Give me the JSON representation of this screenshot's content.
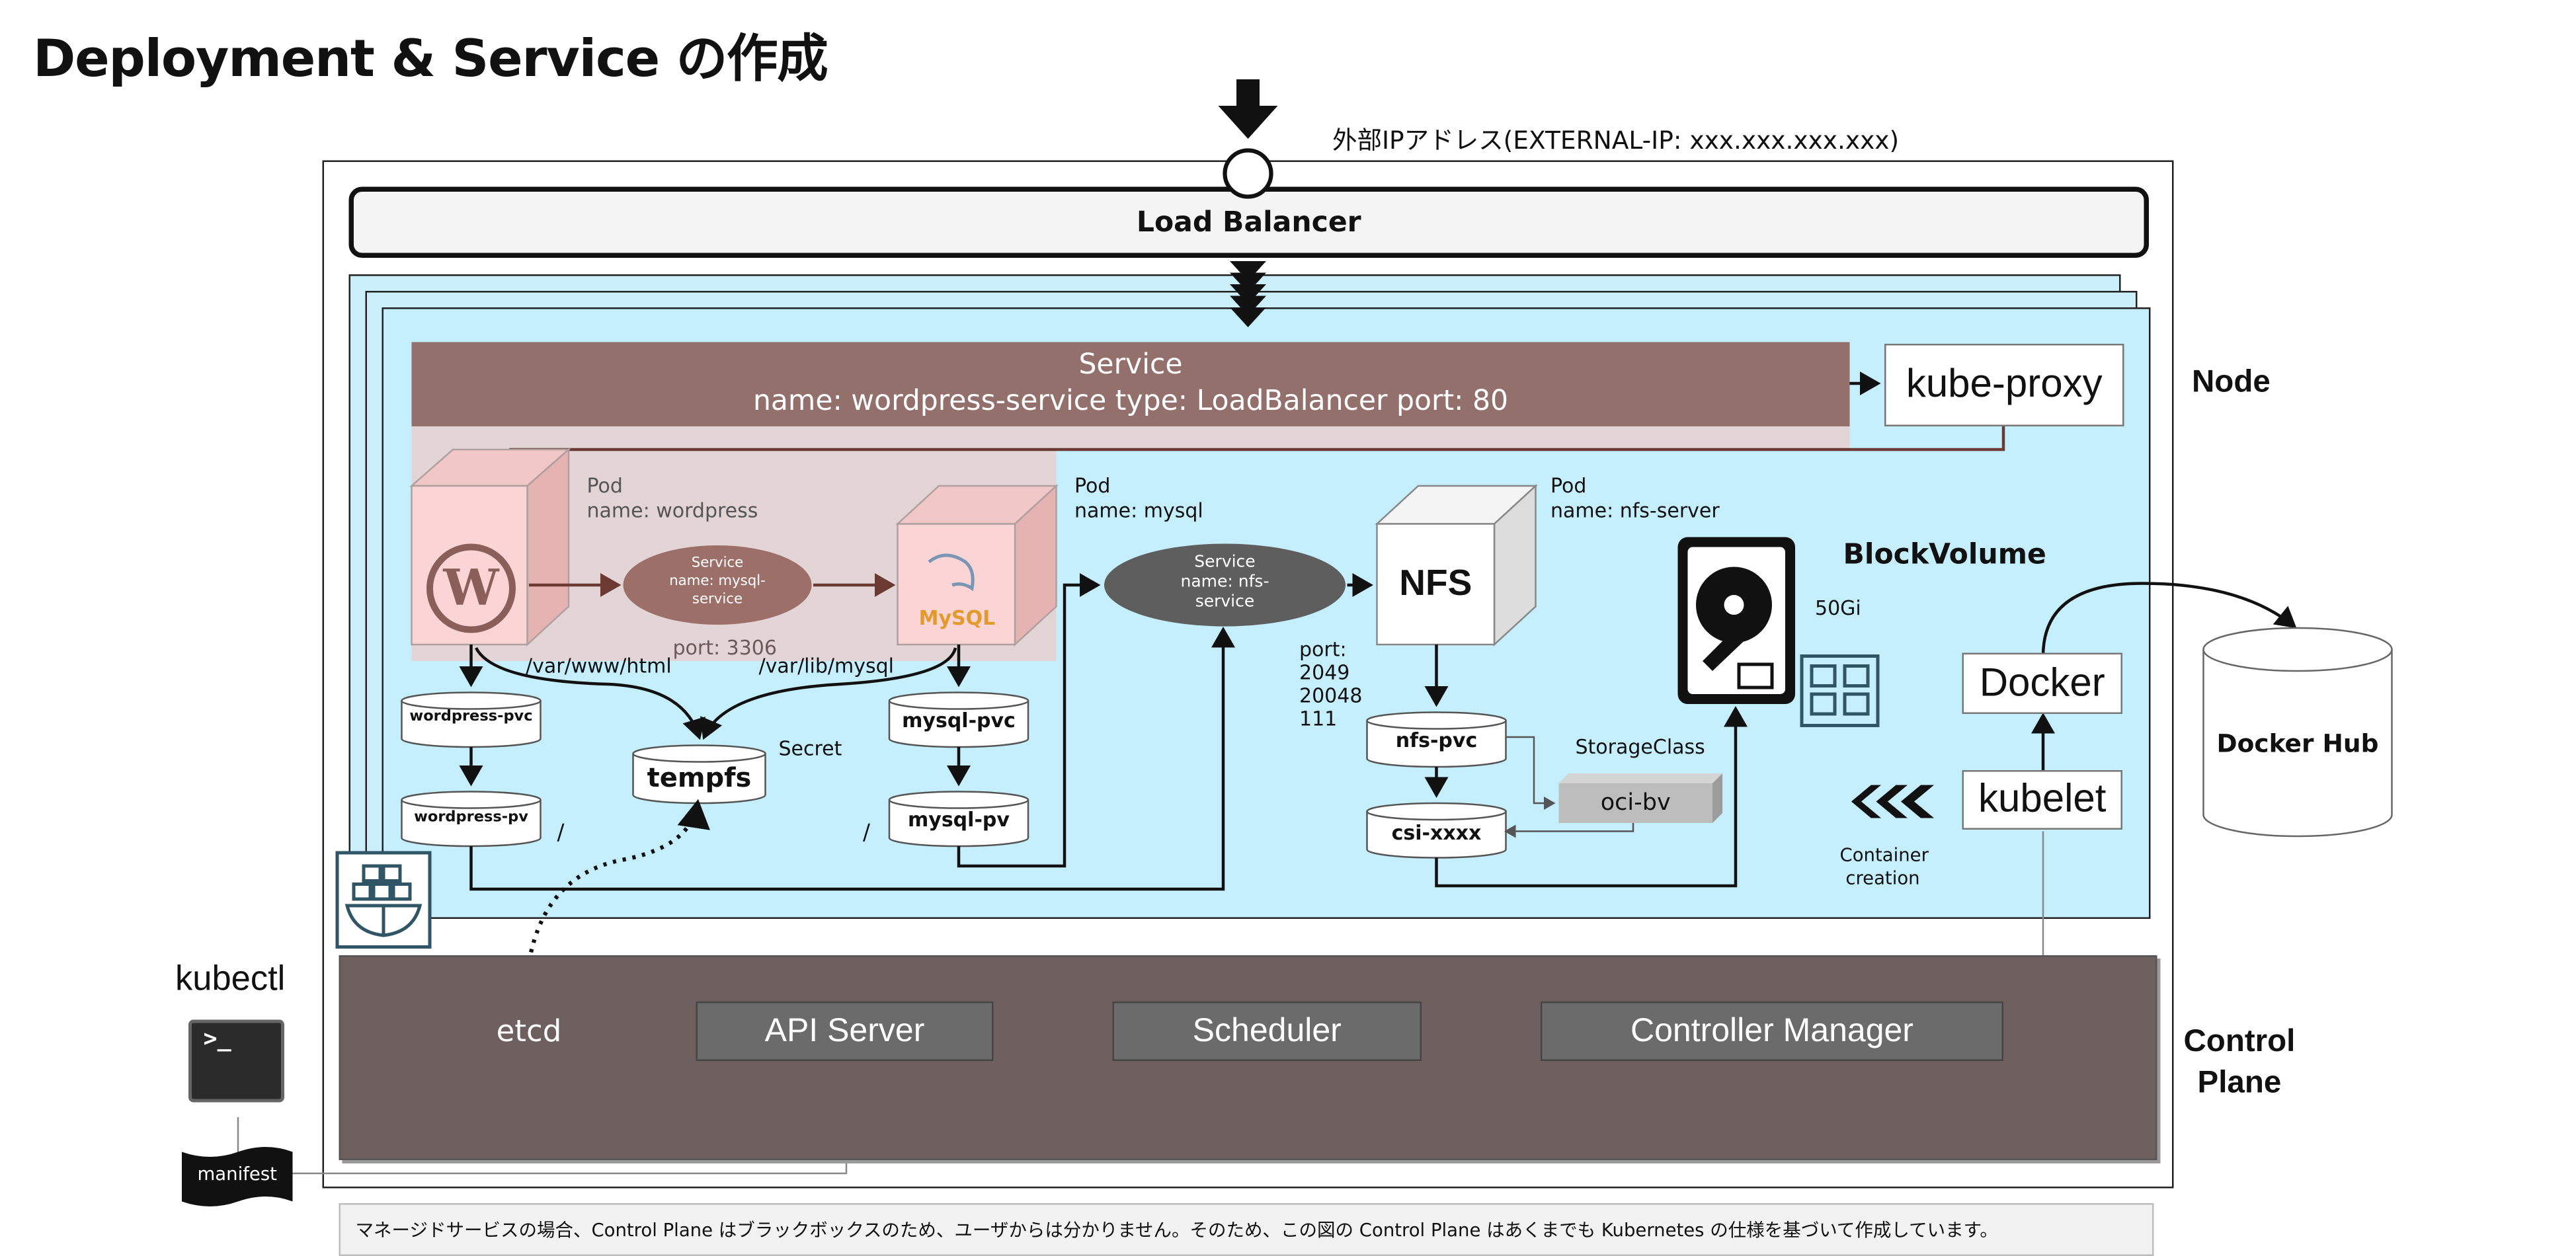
{
  "title": "Deployment & Service の作成",
  "external_ip_label": "外部IPアドレス(EXTERNAL-IP: xxx.xxx.xxx.xxx)",
  "load_balancer": "Load Balancer",
  "node_label": "Node",
  "control_plane_label": [
    "Control",
    "Plane"
  ],
  "service": {
    "title": "Service",
    "detail": "name: wordpress-service type: LoadBalancer port: 80"
  },
  "kube_proxy": "kube-proxy",
  "pods": {
    "wordpress": {
      "kind": "Pod",
      "name": "name: wordpress"
    },
    "mysql": {
      "kind": "Pod",
      "name": "name: mysql"
    },
    "nfs": {
      "kind": "Pod",
      "name": "name: nfs-server"
    }
  },
  "mysql_service": {
    "lines": [
      "Service",
      "name: mysql-",
      "service"
    ],
    "port": "port: 3306"
  },
  "nfs_service": {
    "lines": [
      "Service",
      "name: nfs-",
      "service"
    ],
    "ports": [
      "port:",
      "2049",
      "20048",
      "111"
    ]
  },
  "cube_labels": {
    "nfs": "NFS",
    "mysql_logo": "MySQL"
  },
  "mount_paths": {
    "wordpress": "/var/www/html",
    "mysql": "/var/lib/mysql",
    "slash_wp": "/",
    "slash_mysql": "/"
  },
  "volumes": {
    "wordpress_pvc": "wordpress-pvc",
    "wordpress_pv": "wordpress-pv",
    "tempfs": "tempfs",
    "secret": "Secret",
    "mysql_pvc": "mysql-pvc",
    "mysql_pv": "mysql-pv",
    "nfs_pvc": "nfs-pvc",
    "csi": "csi-xxxx"
  },
  "storage_class": {
    "label": "StorageClass",
    "name": "oci-bv"
  },
  "block_volume": {
    "label": "BlockVolume",
    "size": "50Gi"
  },
  "docker": "Docker",
  "kubelet": "kubelet",
  "container_creation": [
    "Container",
    "creation"
  ],
  "docker_hub": "Docker Hub",
  "control_plane": {
    "etcd": "etcd",
    "api_server": "API Server",
    "scheduler": "Scheduler",
    "controller_manager": "Controller Manager"
  },
  "kubectl": "kubectl",
  "terminal_prompt": ">_",
  "manifest": "manifest",
  "footnote": "マネージドサービスの場合、Control Plane はブラックボックスのため、ユーザからは分かりません。そのため、この図の Control Plane はあくまでも Kubernetes の仕様を基づいて作成しています。",
  "colors": {
    "service_band": "#94706c",
    "pod_shade": "#e3d4d6",
    "node_bg": "#c5effd",
    "control_plane_bg": "#6f6060",
    "cp_box": "#6b6b6b"
  }
}
